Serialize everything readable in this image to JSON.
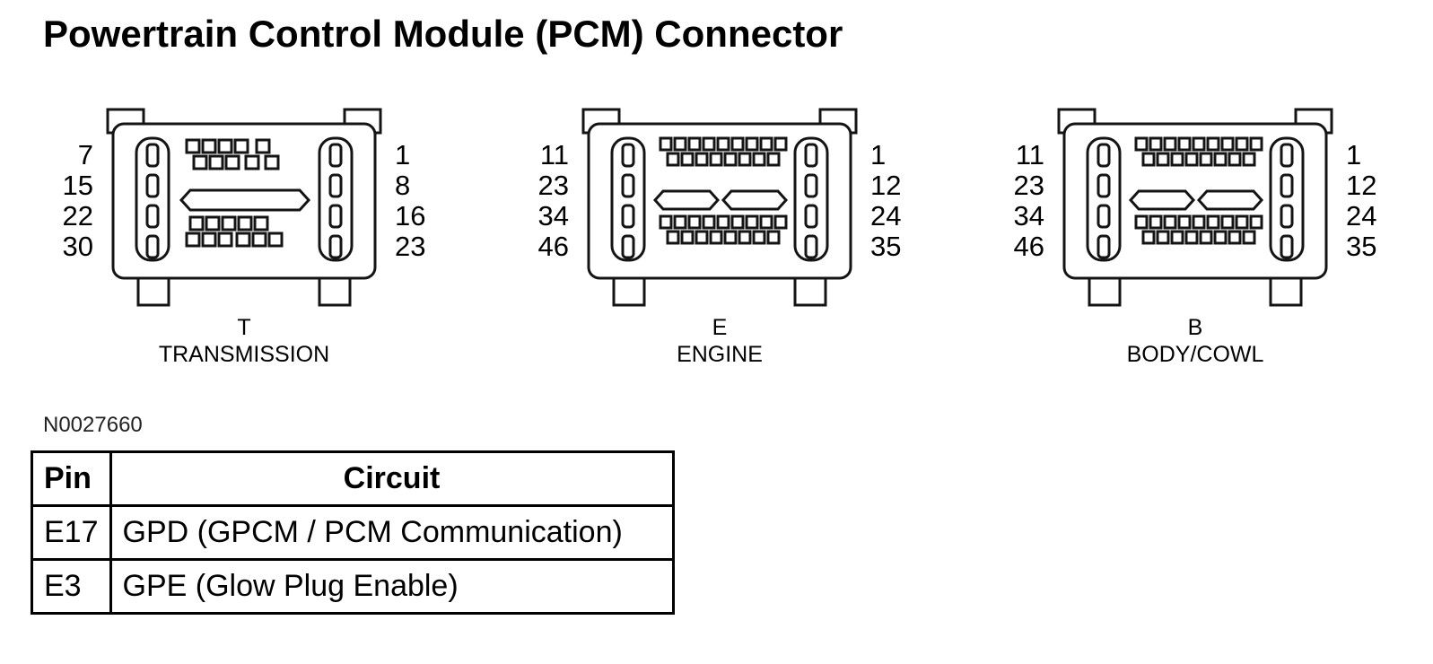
{
  "page": {
    "title": "Powertrain Control Module (PCM) Connector",
    "figure_id": "N0027660"
  },
  "connectors": [
    {
      "letter": "T",
      "name": "TRANSMISSION",
      "left_pins": [
        "7",
        "15",
        "22",
        "30"
      ],
      "right_pins": [
        "1",
        "8",
        "16",
        "23"
      ]
    },
    {
      "letter": "E",
      "name": "ENGINE",
      "left_pins": [
        "11",
        "23",
        "34",
        "46"
      ],
      "right_pins": [
        "1",
        "12",
        "24",
        "35"
      ]
    },
    {
      "letter": "B",
      "name": "BODY/COWL",
      "left_pins": [
        "11",
        "23",
        "34",
        "46"
      ],
      "right_pins": [
        "1",
        "12",
        "24",
        "35"
      ]
    }
  ],
  "table": {
    "headers": [
      "Pin",
      "Circuit"
    ],
    "rows": [
      [
        "E17",
        "GPD (GPCM / PCM Communication)"
      ],
      [
        "E3",
        "GPE (Glow Plug Enable)"
      ]
    ]
  }
}
